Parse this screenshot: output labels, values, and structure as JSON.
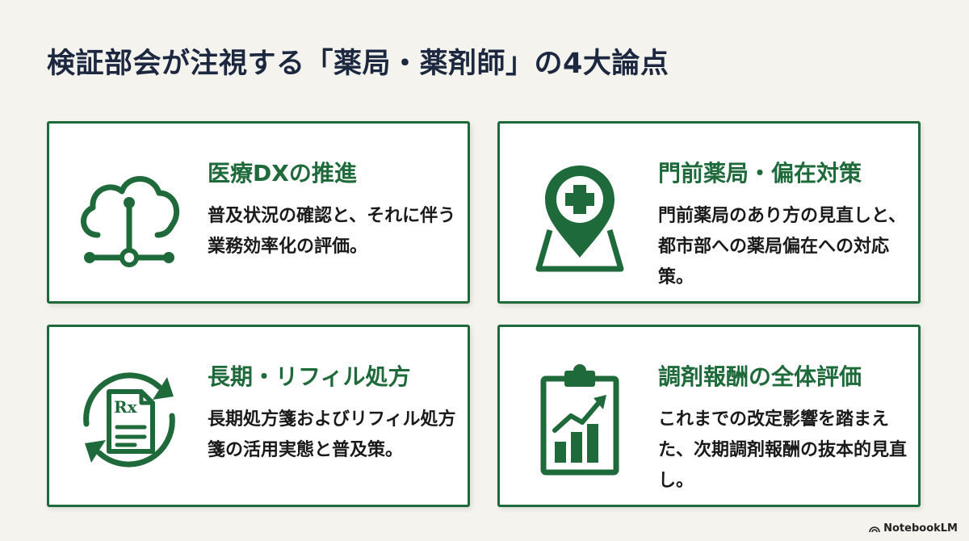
{
  "title": "検証部会が注視する「薬局・薬剤師」の4大論点",
  "cards": [
    {
      "icon": "cloud-network-icon",
      "heading": "医療DXの推進",
      "body": "普及状況の確認と、それに伴う業務効率化の評価。"
    },
    {
      "icon": "map-pin-medical-icon",
      "heading": "門前薬局・偏在対策",
      "body": "門前薬局のあり方の見直しと、都市部への薬局偏在への対応策。"
    },
    {
      "icon": "prescription-refill-icon",
      "heading": "長期・リフィル処方",
      "body": "長期処方箋およびリフィル処方箋の活用実態と普及策。"
    },
    {
      "icon": "clipboard-chart-icon",
      "heading": "調剤報酬の全体評価",
      "body": "これまでの改定影響を踏まえた、次期調剤報酬の抜本的見直し。"
    }
  ],
  "footer": {
    "brand": "NotebookLM"
  },
  "colors": {
    "accent": "#1f6a3a",
    "title": "#1c2740",
    "background": "#f4f3ee"
  }
}
